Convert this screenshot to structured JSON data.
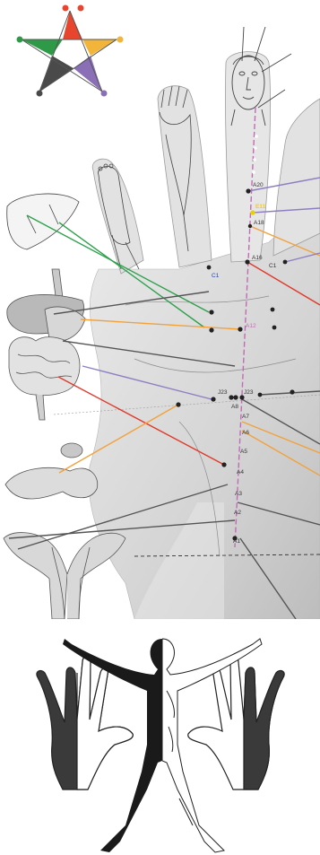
{
  "colors": {
    "star_red": "#e8452f",
    "star_yellow": "#f2b53a",
    "star_green": "#2e9a48",
    "star_purple": "#8a6fb6",
    "star_dark": "#4a4a4a",
    "line_purple": "#8f7fc2",
    "line_green": "#2ea14c",
    "line_orange": "#f2a13b",
    "line_red": "#e03a2b",
    "line_gray": "#555555",
    "meridian": "#c26bb5"
  },
  "icons": {
    "star": "five-element-star-icon",
    "human_figure": "vitruvian-figure-icon"
  },
  "points": {
    "a20": "A20",
    "e11": "E11",
    "a18": "A18",
    "c1_left": "C1",
    "a16": "A16",
    "c1_right": "C1",
    "a12": "A12",
    "j23_left": "J23",
    "j23_right": "J23",
    "a8": "A8",
    "a7": "A7",
    "a6": "A6",
    "a5": "A5",
    "a4": "A4",
    "a3": "A3",
    "a2": "A2",
    "a1": "A1"
  }
}
